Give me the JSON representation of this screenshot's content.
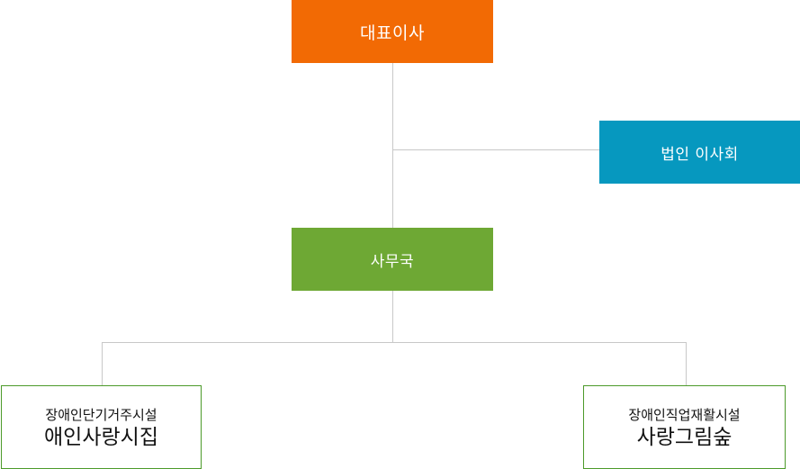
{
  "chart": {
    "ceo": {
      "label": "대표이사",
      "color": "#f26a04"
    },
    "board": {
      "label": "법인 이사회",
      "color": "#0698bf"
    },
    "office": {
      "label": "사무국",
      "color": "#6ea834"
    },
    "facilities": [
      {
        "type_label": "장애인단기거주시설",
        "name": "애인사랑시집"
      },
      {
        "type_label": "장애인직업재활시설",
        "name": "사랑그림숲"
      }
    ],
    "line_color": "#c8c8c8",
    "facility_border_color": "#4c9a2a"
  }
}
